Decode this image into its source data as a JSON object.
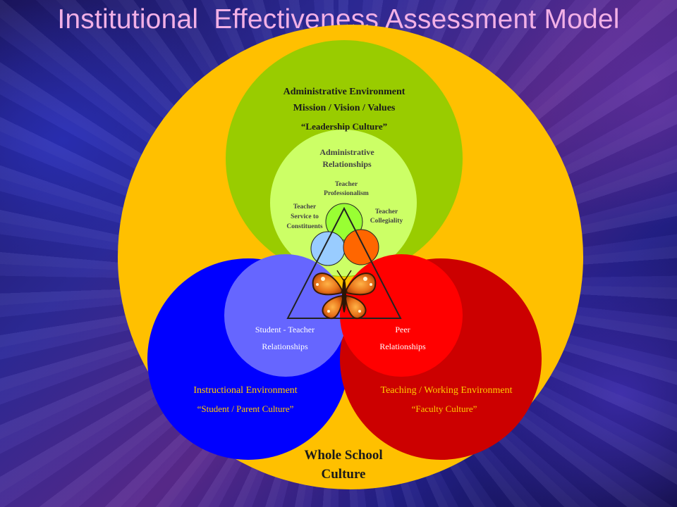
{
  "slide": {
    "title": "Institutional  Effectiveness Assessment Model"
  },
  "diagram": {
    "whole_school": {
      "line1": "Whole School",
      "line2": "Culture",
      "color": "#ffc000"
    },
    "administrative": {
      "line1": "Administrative Environment",
      "line2": "Mission / Vision / Values",
      "line3": "“Leadership Culture”",
      "color": "#99cc00",
      "inner": {
        "line1": "Administrative",
        "line2": "Relationships",
        "color": "#ccff66"
      }
    },
    "instructional": {
      "line1": "Instructional Environment",
      "line2": "“Student / Parent Culture”",
      "color": "#0000ff",
      "inner": {
        "line1": "Student - Teacher",
        "line2": "Relationships",
        "color": "#6666ff"
      }
    },
    "teaching": {
      "line1": "Teaching / Working Environment",
      "line2": "“Faculty Culture”",
      "color": "#cc0000",
      "inner": {
        "line1": "Peer",
        "line2": "Relationships",
        "color": "#ff0000"
      }
    },
    "teacher_labels": {
      "professionalism": {
        "line1": "Teacher",
        "line2": "Professionalism"
      },
      "service": {
        "line1": "Teacher",
        "line2": "Service to",
        "line3": "Constituents"
      },
      "collegiality": {
        "line1": "Teacher",
        "line2": "Collegiality"
      }
    },
    "small_circles": {
      "green": "#99ff33",
      "blue": "#99ccff",
      "orange": "#ff6600"
    },
    "center_image": "butterfly-icon"
  }
}
